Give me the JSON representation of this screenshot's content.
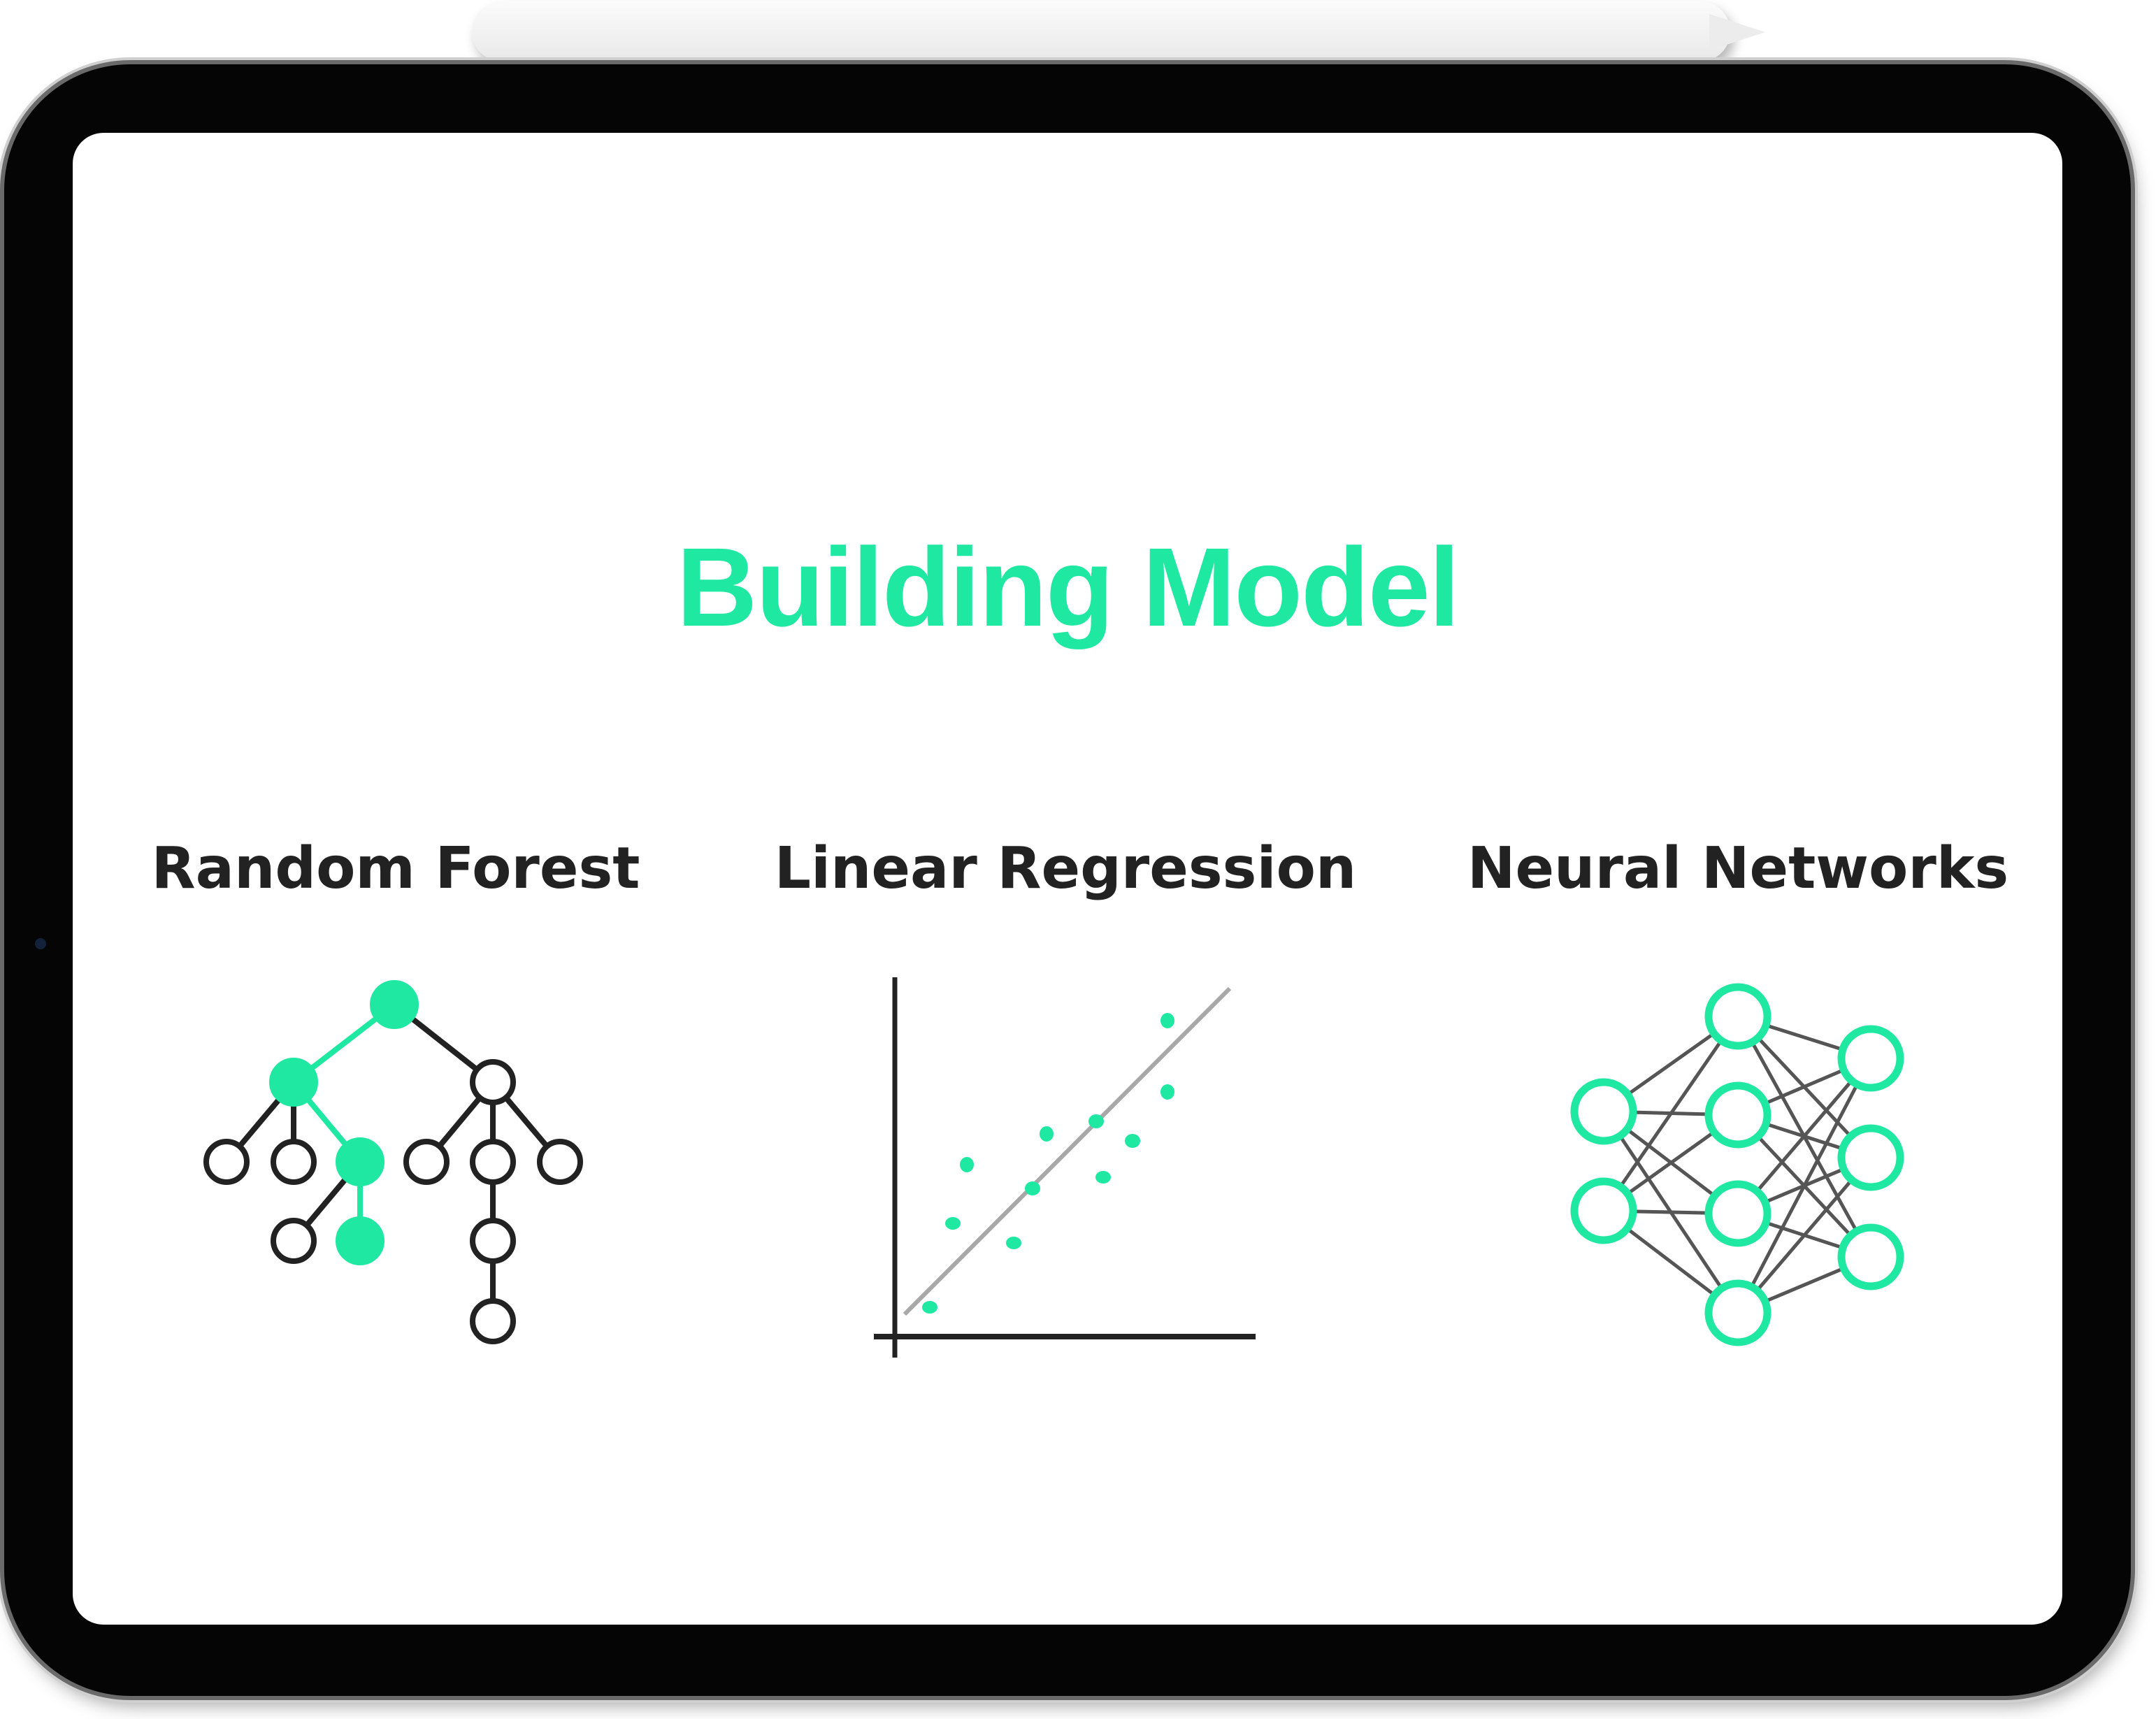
{
  "slide": {
    "title": "Building Model",
    "columns": [
      {
        "label": "Random Forest"
      },
      {
        "label": "Linear Regression"
      },
      {
        "label": "Neural Networks"
      }
    ]
  },
  "colors": {
    "accent": "#1fe8a2",
    "text": "#222222",
    "bezel": "#050505",
    "screen": "#ffffff"
  }
}
